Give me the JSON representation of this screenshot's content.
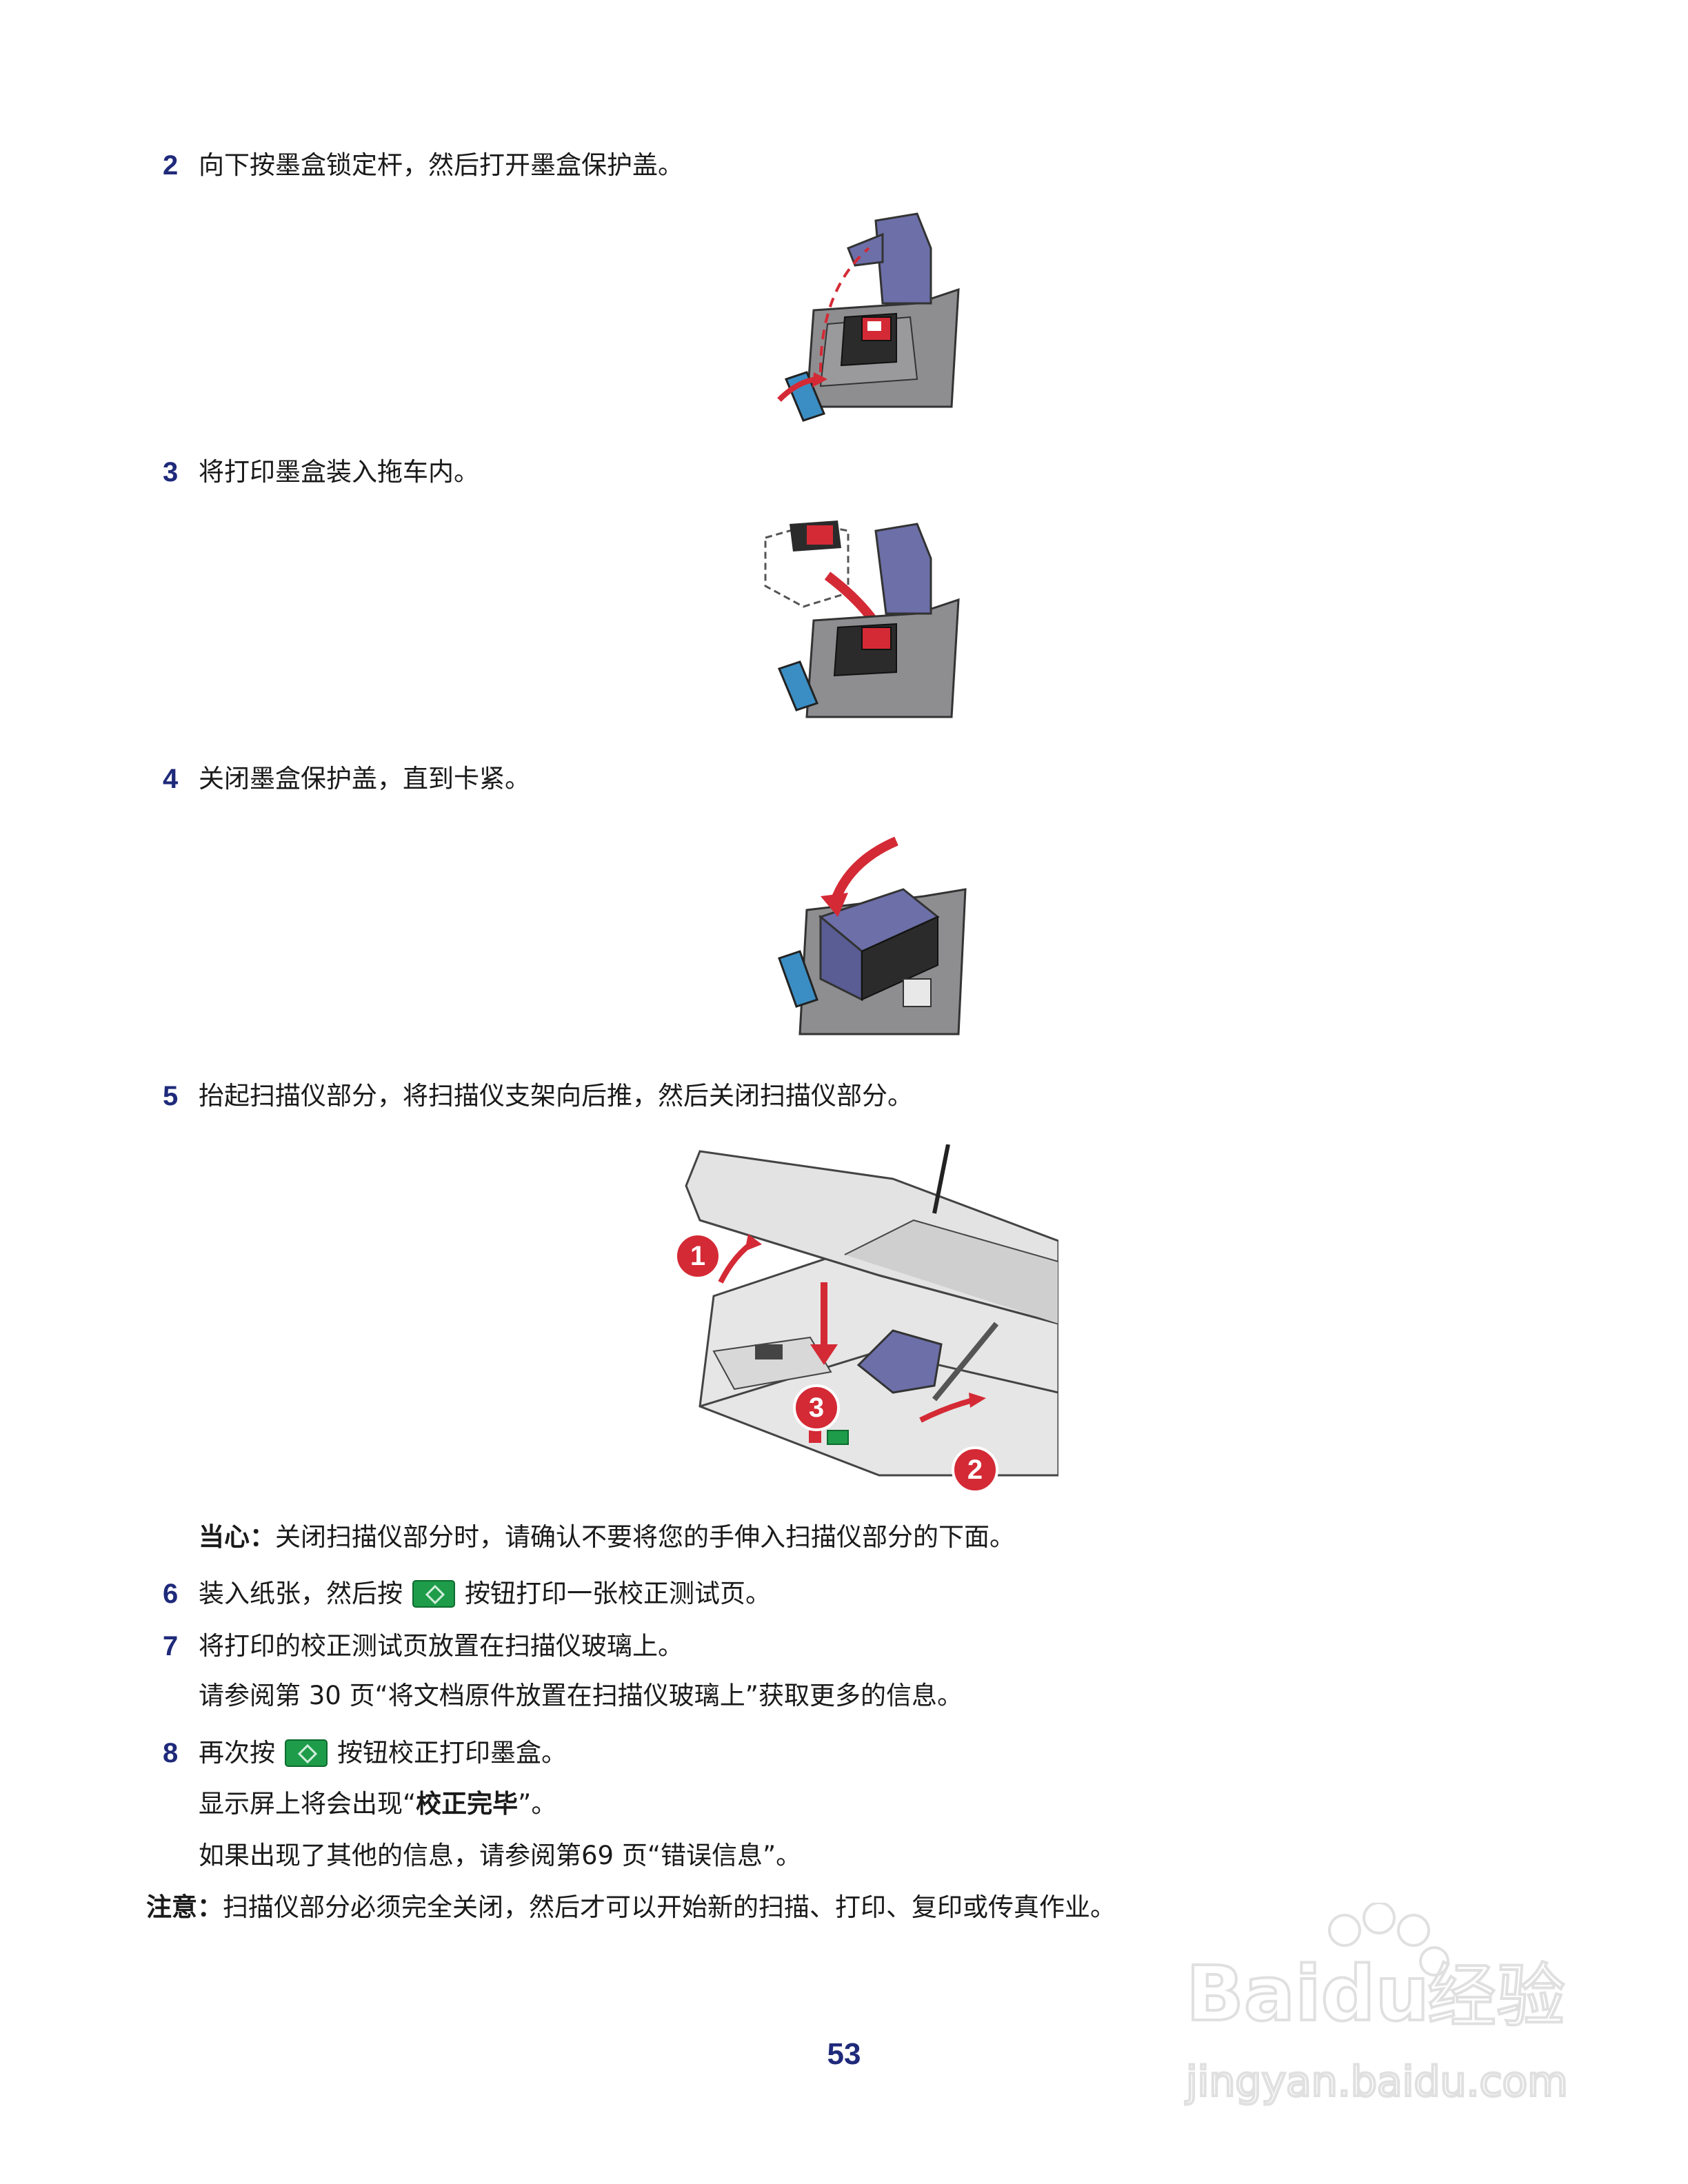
{
  "steps": [
    {
      "number": "2",
      "text": "向下按墨盒锁定杆，然后打开墨盒保护盖。"
    },
    {
      "number": "3",
      "text": "将打印墨盒装入拖车内。"
    },
    {
      "number": "4",
      "text": "关闭墨盒保护盖，直到卡紧。"
    },
    {
      "number": "5",
      "text": "抬起扫描仪部分，将扫描仪支架向后推，然后关闭扫描仪部分。"
    },
    {
      "number": "6",
      "before": "装入纸张，然后按",
      "after": "按钮打印一张校正测试页。"
    },
    {
      "number": "7",
      "text": "将打印的校正测试页放置在扫描仪玻璃上。"
    },
    {
      "number": "8",
      "before": "再次按",
      "after": "按钮校正打印墨盒。"
    }
  ],
  "caution": {
    "label": "当心：",
    "text": "关闭扫描仪部分时，请确认不要将您的手伸入扫描仪部分的下面。"
  },
  "step7_ref": "请参阅第 30 页“将文档原件放置在扫描仪玻璃上”获取更多的信息。",
  "step8_display": {
    "before": "显示屏上将会出现“",
    "bold": "校正完毕",
    "after": "”。"
  },
  "step8_ref": "如果出现了其他的信息，请参阅第69 页“错误信息”。",
  "note": {
    "label": "注意：",
    "text": "扫描仪部分必须完全关闭，然后才可以开始新的扫描、打印、复印或传真作业。"
  },
  "callouts": [
    "1",
    "2",
    "3"
  ],
  "page_number": "53",
  "watermark": {
    "brand": "Baidu",
    "cn": "经验",
    "url": "jingyan.baidu.com"
  },
  "colors": {
    "accent": "#1f2a7a",
    "callout": "#d42a35",
    "go_button": "#1e9c4a",
    "cartridge_lid": "#6c6fa8",
    "lever": "#3a8ec4"
  }
}
